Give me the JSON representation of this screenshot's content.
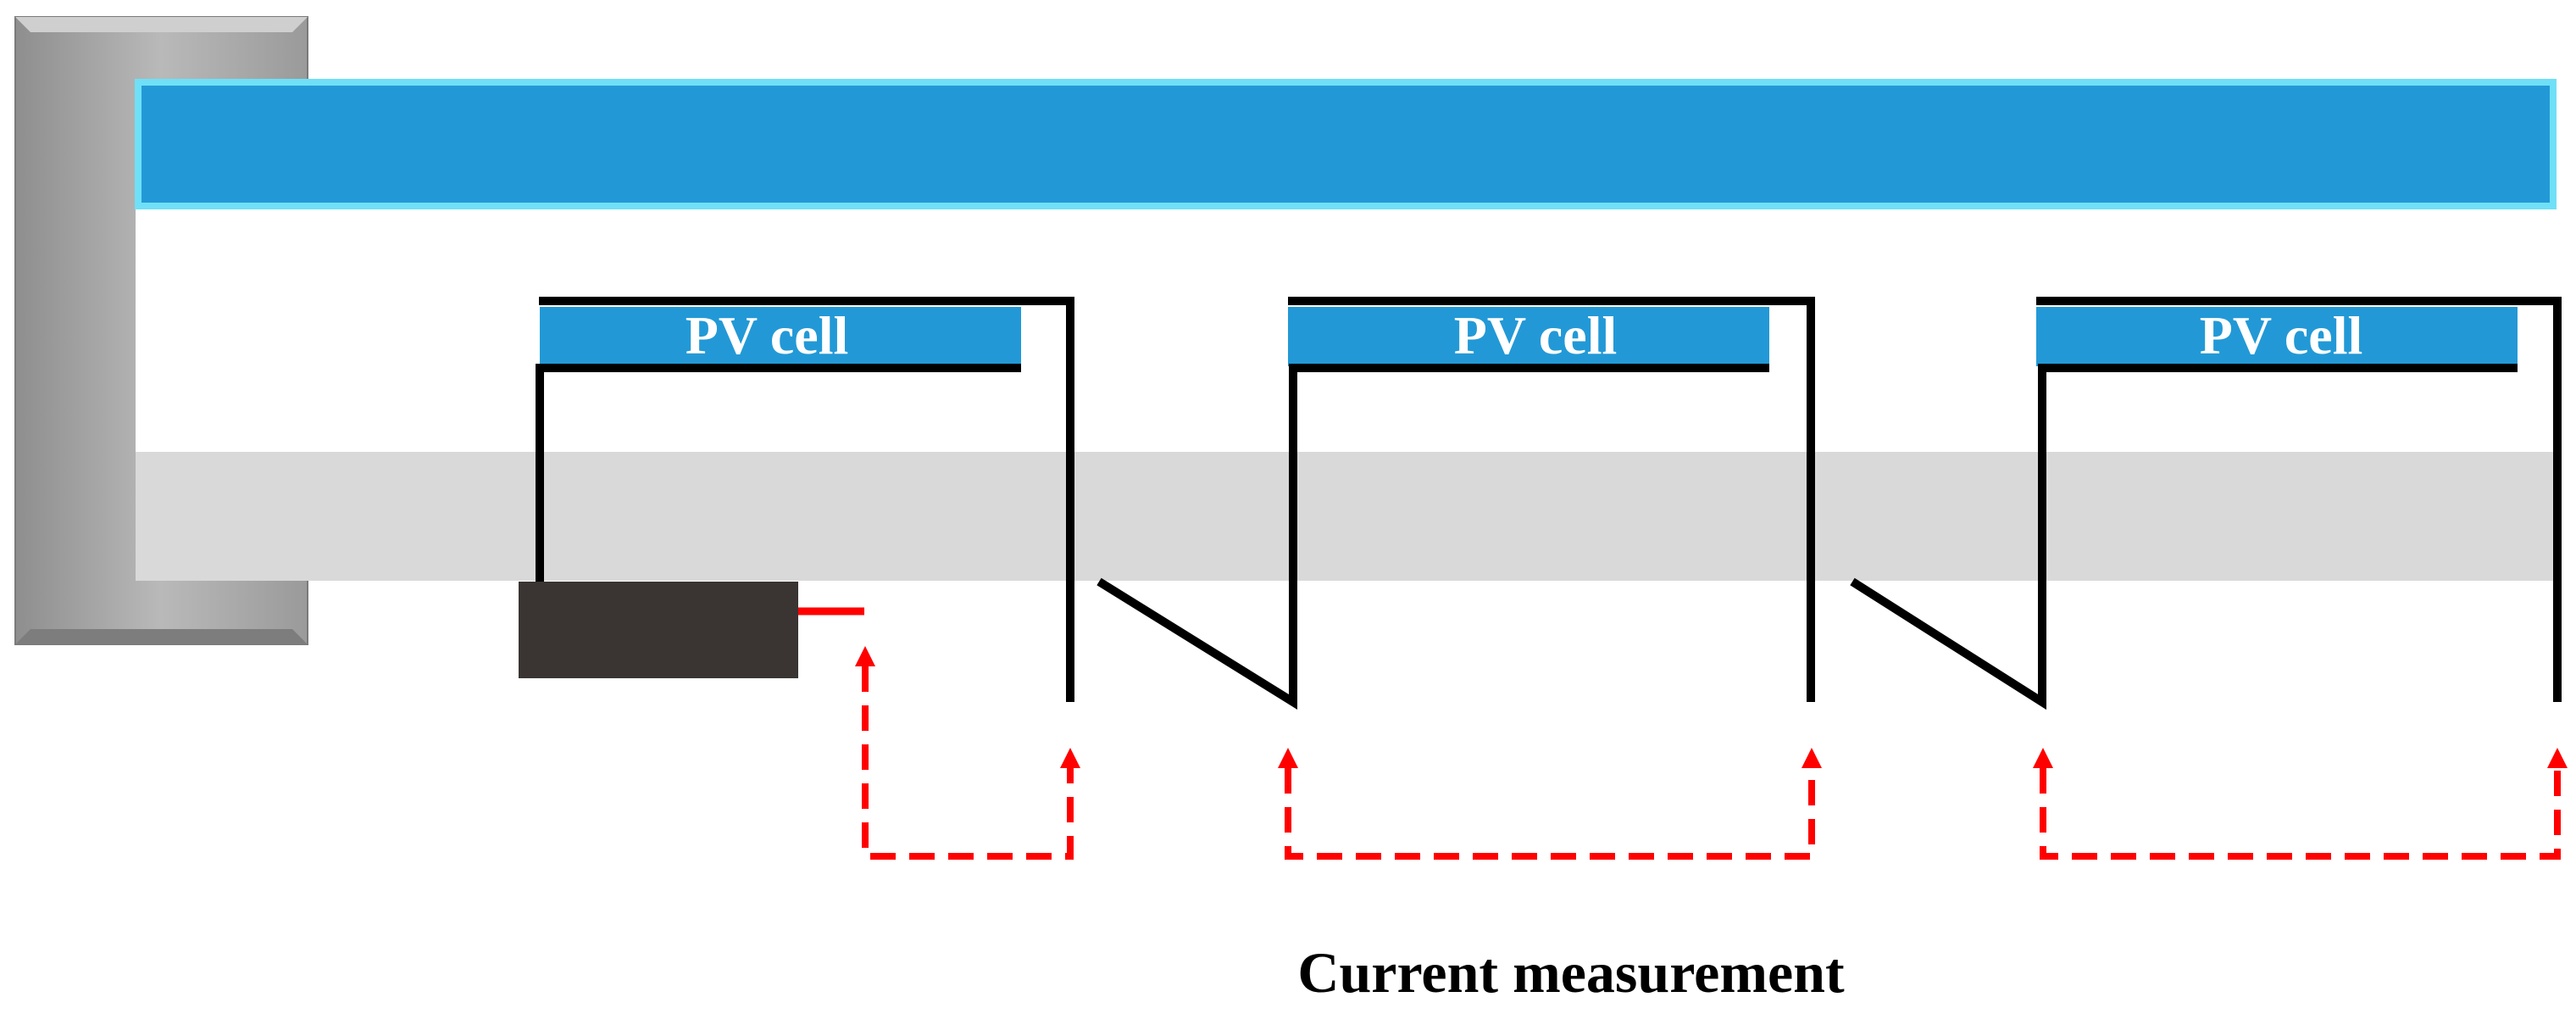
{
  "cells": [
    {
      "label": "PV cell"
    },
    {
      "label": "PV cell"
    },
    {
      "label": "PV cell"
    }
  ],
  "caption": "Current measurement",
  "colors": {
    "beam_fill": "#2299d6",
    "beam_edge": "#6fe0f7",
    "cell_fill": "#2299d6",
    "backplate": "#d9d9d9",
    "support": "#a8a8a8",
    "box": "#3a3532",
    "wire": "#000000",
    "measure": "#ff0000"
  }
}
